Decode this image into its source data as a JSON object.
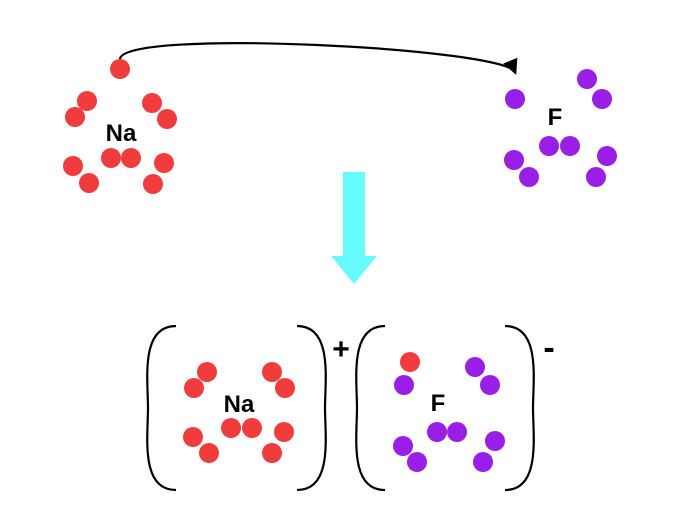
{
  "colors": {
    "sodium_electron": "#f03c3c",
    "fluorine_electron": "#9a1fe6",
    "reaction_arrow": "#66fbff",
    "text": "#000000",
    "background": "#ffffff"
  },
  "top": {
    "sodium_symbol": "Na",
    "fluorine_symbol": "F",
    "transfer_arrow_icon": "curved-arrow"
  },
  "product": {
    "sodium_symbol": "Na",
    "fluorine_symbol": "F",
    "cation_charge": "+",
    "anion_charge": "-"
  }
}
